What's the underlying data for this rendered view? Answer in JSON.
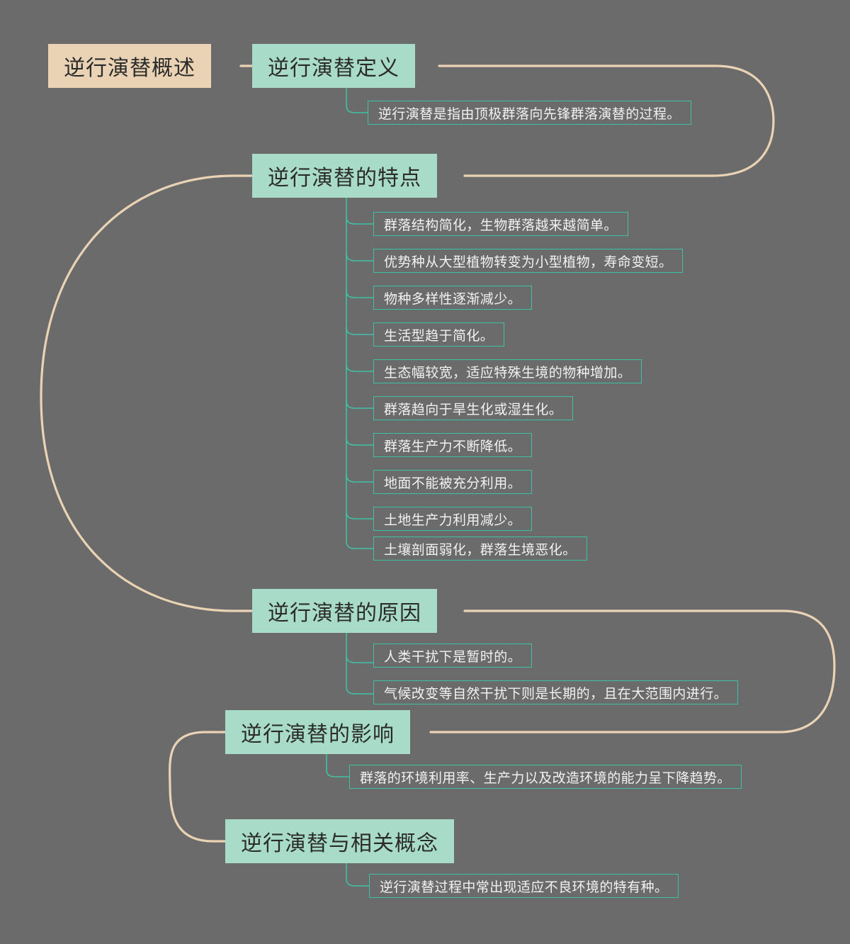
{
  "diagram": {
    "type": "mind-map",
    "title": "逆行演替概述",
    "background_color": "#6b6b6b",
    "root_color": "#ead3b4",
    "branch_color": "#a8dcc8",
    "leaf_border_color": "#3fc2a4",
    "connector_color": "#ead3b4",
    "leaf_connector_color": "#3fc2a4"
  },
  "root": {
    "label": "逆行演替概述"
  },
  "branches": [
    {
      "label": "逆行演替定义",
      "children": [
        {
          "label": "逆行演替是指由顶极群落向先锋群落演替的过程。"
        }
      ]
    },
    {
      "label": "逆行演替的特点",
      "children": [
        {
          "label": "群落结构简化，生物群落越来越简单。"
        },
        {
          "label": "优势种从大型植物转变为小型植物，寿命变短。"
        },
        {
          "label": "物种多样性逐渐减少。"
        },
        {
          "label": "生活型趋于简化。"
        },
        {
          "label": "生态幅较宽，适应特殊生境的物种增加。"
        },
        {
          "label": "群落趋向于旱生化或湿生化。"
        },
        {
          "label": "群落生产力不断降低。"
        },
        {
          "label": "地面不能被充分利用。"
        },
        {
          "label": "土地生产力利用减少。"
        },
        {
          "label": "土壤剖面弱化，群落生境恶化。"
        }
      ]
    },
    {
      "label": "逆行演替的原因",
      "children": [
        {
          "label": "人类干扰下是暂时的。"
        },
        {
          "label": "气候改变等自然干扰下则是长期的，且在大范围内进行。"
        }
      ]
    },
    {
      "label": "逆行演替的影响",
      "children": [
        {
          "label": "群落的环境利用率、生产力以及改造环境的能力呈下降趋势。"
        }
      ]
    },
    {
      "label": "逆行演替与相关概念",
      "children": [
        {
          "label": "逆行演替过程中常出现适应不良环境的特有种。"
        }
      ]
    }
  ]
}
